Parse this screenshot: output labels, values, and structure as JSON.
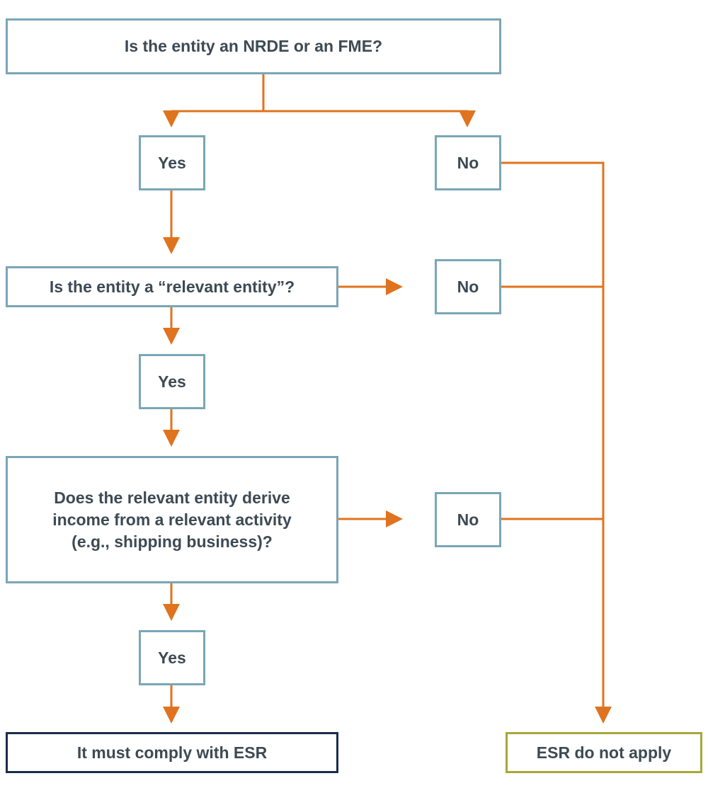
{
  "colors": {
    "box_border": "#7aa6b5",
    "connector": "#e0731e",
    "text": "#3d4a54",
    "comply_border": "#1b2d4a",
    "not_apply_border": "#a5a83a"
  },
  "nodes": {
    "q1": "Is the entity an NRDE or an FME?",
    "q1_yes": "Yes",
    "q1_no": "No",
    "q2": "Is the entity a “relevant entity”?",
    "q2_no": "No",
    "q2_yes": "Yes",
    "q3_line1": "Does the relevant entity derive",
    "q3_line2": "income from a relevant activity",
    "q3_line3": "(e.g., shipping business)?",
    "q3_no": "No",
    "q3_yes": "Yes",
    "comply": "It must comply with ESR",
    "not_apply": "ESR do not apply"
  }
}
